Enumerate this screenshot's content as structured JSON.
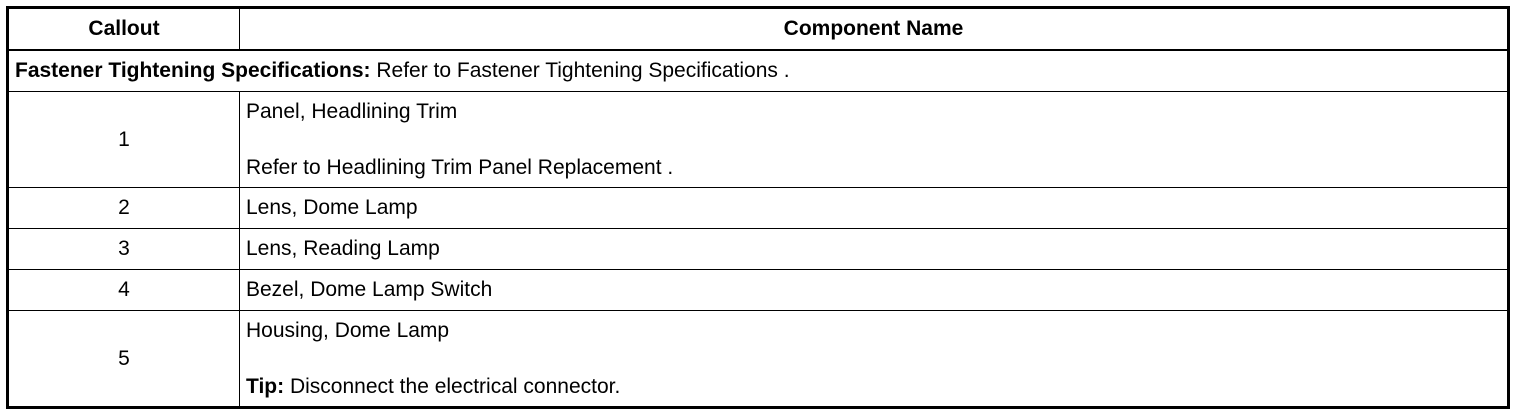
{
  "table": {
    "headers": {
      "callout": "Callout",
      "component": "Component Name"
    },
    "note": {
      "label": "Fastener Tightening Specifications",
      "separator": ":",
      "text": " Refer to Fastener Tightening Specifications ."
    },
    "rows": [
      {
        "callout": "1",
        "name": "Panel, Headlining Trim",
        "detail": "Refer to Headlining Trim Panel Replacement ."
      },
      {
        "callout": "2",
        "name": "Lens, Dome Lamp"
      },
      {
        "callout": "3",
        "name": "Lens, Reading Lamp"
      },
      {
        "callout": "4",
        "name": "Bezel, Dome Lamp Switch"
      },
      {
        "callout": "5",
        "name": "Housing, Dome Lamp",
        "tip_label": "Tip",
        "tip_separator": ":",
        "tip_text": " Disconnect the electrical connector."
      }
    ]
  }
}
